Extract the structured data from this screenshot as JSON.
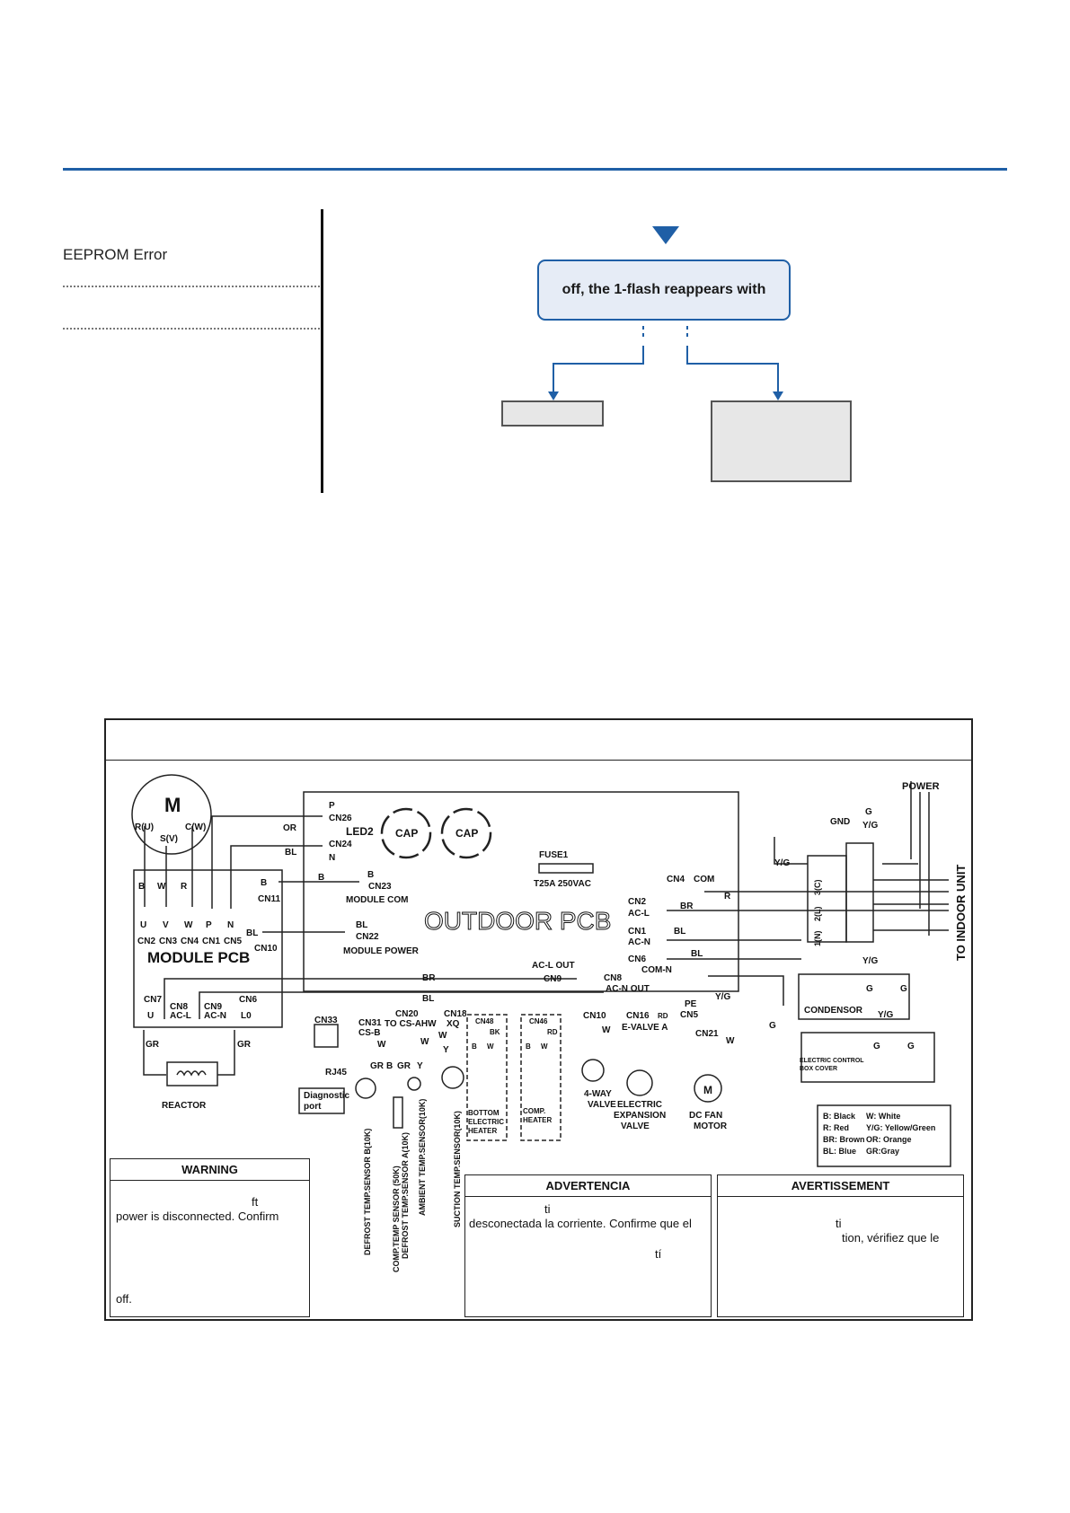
{
  "header": {
    "error_label": "EEPROM Error"
  },
  "flow": {
    "message": "off, the 1-flash  reappears with"
  },
  "wiring": {
    "motor": {
      "symbol": "M",
      "ru": "R(U)",
      "cw": "C(W)",
      "sv": "S(V)"
    },
    "module": {
      "title": "MODULE PCB",
      "wires_top": [
        "B",
        "W",
        "R"
      ],
      "pins": [
        "U",
        "V",
        "W",
        "P",
        "N"
      ],
      "cn_labels": [
        "CN2",
        "CN3",
        "CN4",
        "CN1",
        "CN5"
      ],
      "cn11": "CN11",
      "cn11_pin": "B",
      "cn10": "CN10",
      "cn10_pin": "BL",
      "cn7": "CN7",
      "cn7_pin": "U",
      "cn8": "CN8",
      "cn8_pin": "AC-L",
      "cn9": "CN9",
      "cn9_pin": "AC-N",
      "cn6": "CN6",
      "cn6_pin": "L0"
    },
    "pcb": {
      "title": "OUTDOOR PCB",
      "p": "P",
      "n": "N",
      "cn26": "CN26",
      "cn24": "CN24",
      "led2": "LED2",
      "cap1": "CAP",
      "cap2": "CAP",
      "or": "OR",
      "bl": "BL",
      "b": "B",
      "fuse": "FUSE1",
      "fuse_rating": "T25A 250VAC",
      "cn23_b": "B",
      "cn23": "CN23",
      "module_com": "MODULE COM",
      "cn22_bl": "BL",
      "cn22": "CN22",
      "module_power": "MODULE POWER",
      "cn4": "CN4",
      "com": "COM",
      "r": "R",
      "cn2": "CN2",
      "acl": "AC-L",
      "br": "BR",
      "cn1": "CN1",
      "acn": "AC-N",
      "bl2": "BL",
      "cn6": "CN6",
      "comn": "COM-N",
      "bl3": "BL",
      "acl_out": "AC-L OUT",
      "cn9": "CN9",
      "br2": "BR",
      "cn8": "CN8",
      "acn_out": "AC-N OUT",
      "bl4": "BL",
      "cn5": "CN5",
      "pe": "PE",
      "yg": "Y/G",
      "cn33": "CN33",
      "rj45": "RJ45",
      "diag1": "Diagnostic",
      "diag2": "port",
      "cn31": "CN31",
      "cs_b": "CS-B",
      "w1": "W",
      "gr1": "GR",
      "cn20": "CN20",
      "to_cs": "TO CS-AHW",
      "cn20_w": "W",
      "cn20_b": "B",
      "cn20_gr": "GR",
      "cn20_y": "Y",
      "cn18": "CN18",
      "xq": "XQ",
      "cn18_w": "W",
      "cn18_y": "Y",
      "cn48": "CN48",
      "bk": "BK",
      "cn48_b": "B",
      "cn48_w": "W",
      "cn46": "CN46",
      "rd": "RD",
      "cn46_b": "B",
      "cn46_w": "W",
      "cn10": "CN10",
      "cn10_w": "W",
      "cn16": "CN16",
      "rd2": "RD",
      "evalve_a": "E-VALVE A",
      "cn21": "CN21",
      "cn21_w": "W"
    },
    "reactor": {
      "label": "REACTOR",
      "gr_left": "GR",
      "gr_right": "GR"
    },
    "sensors": [
      "DEFROST TEMP.SENSOR  B(10K)",
      "COMP.TEMP SENSOR  (50K)",
      "DEFROST TEMP.SENSOR  A(10K)",
      "AMBIENT TEMP.SENSOR(10K)",
      "SUCTION  TEMP.SENSOR(10K)"
    ],
    "loads": {
      "bottom_heater": [
        "BOTTOM",
        "ELECTRIC",
        "HEATER"
      ],
      "comp_heater": [
        "COMP.",
        "HEATER"
      ],
      "valve4": [
        "4-WAY",
        "VALVE"
      ],
      "eev": [
        "ELECTRIC",
        "EXPANSION",
        "VALVE"
      ],
      "fan": [
        "DC FAN",
        "MOTOR"
      ],
      "m": "M"
    },
    "terminal": {
      "power": "POWER",
      "gnd": "GND",
      "g": "G",
      "yg": "Y/G",
      "yg2": "Y/G",
      "labels": [
        "3(C)",
        "2(L)",
        "1(N)"
      ],
      "to_indoor": "TO INDOOR UNIT",
      "condensor": "CONDENSOR",
      "cond_yg": "Y/G",
      "cond_g1": "G",
      "cond_g2": "G",
      "cover1": "ELECTRIC  CONTROL",
      "cover2": "BOX COVER",
      "cover_yg": "Y/G",
      "cover_g1": "G",
      "cover_g2": "G",
      "pe_g": "G"
    },
    "legend": [
      [
        "B:  Black",
        "W:  White"
      ],
      [
        "R:  Red",
        "Y/G:  Yellow/Green"
      ],
      [
        "BR:  Brown",
        "OR:  Orange"
      ],
      [
        "BL:  Blue",
        "GR:Gray"
      ]
    ]
  },
  "warnings": {
    "en": {
      "title": "WARNING",
      "l1": "ft",
      "l2": "power is disconnected. Confirm",
      "l3": "off."
    },
    "es": {
      "title": "ADVERTENCIA",
      "l1": "ti",
      "l2": "desconectada la corriente. Confirme que el",
      "l3": "tí"
    },
    "fr": {
      "title": "AVERTISSEMENT",
      "l1": "ti",
      "l2": "tion, vérifiez que le"
    }
  }
}
